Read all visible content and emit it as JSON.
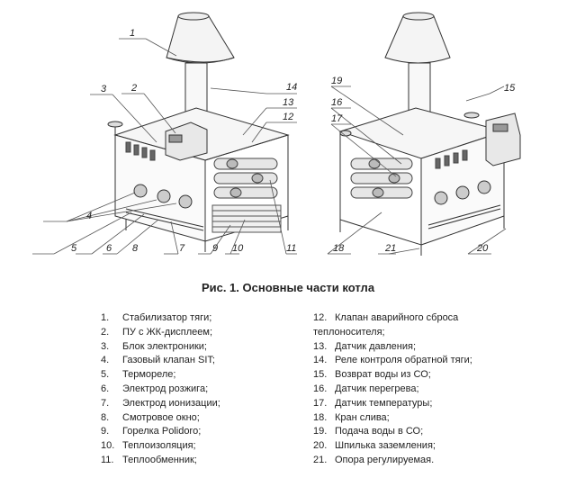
{
  "caption": "Рис. 1. Основные части котла",
  "left_callouts": [
    "1",
    "2",
    "3",
    "14",
    "13",
    "12",
    "4",
    "5",
    "6",
    "8",
    "7",
    "9",
    "10",
    "11"
  ],
  "right_callouts": [
    "19",
    "16",
    "17",
    "15",
    "18",
    "21",
    "20"
  ],
  "legend": [
    {
      "num": "1.",
      "text": "Стабилизатор тяги;"
    },
    {
      "num": "2.",
      "text": "ПУ с ЖК-дисплеем;"
    },
    {
      "num": "3.",
      "text": "Блок электроники;"
    },
    {
      "num": "4.",
      "text": "Газовый клапан SIT;"
    },
    {
      "num": "5.",
      "text": "Термореле;"
    },
    {
      "num": "6.",
      "text": "Электрод розжига;"
    },
    {
      "num": "7.",
      "text": "Электрод ионизации;"
    },
    {
      "num": "8.",
      "text": " Смотровое окно;"
    },
    {
      "num": "9.",
      "text": "Горелка Polidoro;"
    },
    {
      "num": "10.",
      "text": "Теплоизоляция;"
    },
    {
      "num": "11.",
      "text": "Теплообменник;"
    },
    {
      "num": "12.",
      "text": "Клапан аварийного сброса",
      "text2": "теплоносителя;"
    },
    {
      "num": "13.",
      "text": "Датчик давления;"
    },
    {
      "num": "14.",
      "text": "Реле контроля обратной тяги;"
    },
    {
      "num": "15.",
      "text": "Возврат воды из СО;"
    },
    {
      "num": "16.",
      "text": "Датчик перегрева;"
    },
    {
      "num": "17.",
      "text": "Датчик температуры;"
    },
    {
      "num": "18.",
      "text": "Кран слива;"
    },
    {
      "num": "19.",
      "text": "Подача воды в СО;"
    },
    {
      "num": "20.",
      "text": "Шпилька заземления;"
    },
    {
      "num": "21.",
      "text": "Опора регулируемая."
    }
  ]
}
